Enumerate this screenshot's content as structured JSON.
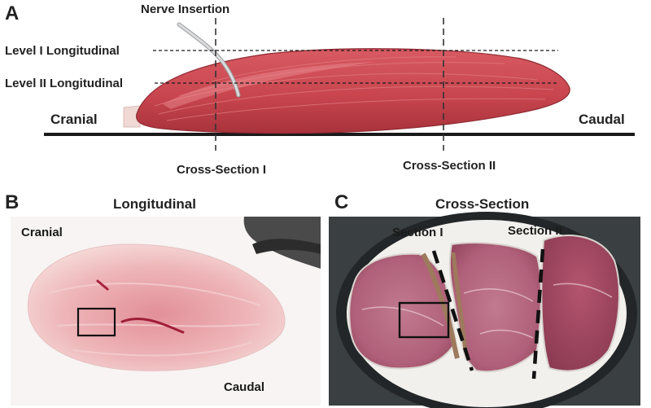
{
  "panel_a": {
    "letter": "A",
    "nerve_label": "Nerve Insertion",
    "level1_label": "Level I Longitudinal",
    "level2_label": "Level II Longitudinal",
    "cranial_label": "Cranial",
    "caudal_label": "Caudal",
    "cross1_label": "Cross-Section I",
    "cross2_label": "Cross-Section II"
  },
  "panel_b": {
    "letter": "B",
    "title": "Longitudinal",
    "cranial_label": "Cranial",
    "caudal_label": "Caudal"
  },
  "panel_c": {
    "letter": "C",
    "title": "Cross-Section",
    "section1_label": "Section I",
    "section2_label": "Section II"
  },
  "colors": {
    "muscle": "#c9464f",
    "muscle_dark": "#a8323b",
    "tendon": "#f0d8d4",
    "nerve": "#d4d6d8",
    "tissue_pink": "#e8a2a8",
    "tissue_purple": "#b9677e"
  }
}
